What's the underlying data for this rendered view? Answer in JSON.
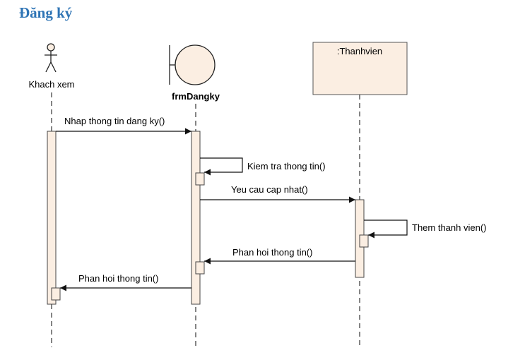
{
  "heading": "Đăng ký",
  "participants": {
    "actor": "Khach xem",
    "boundary": "frmDangky",
    "entity": ":Thanhvien"
  },
  "messages": {
    "m1": "Nhap thong tin dang ky()",
    "m2": "Kiem tra thong tin()",
    "m3": "Yeu cau cap nhat()",
    "m4": "Them thanh vien()",
    "m5": "Phan hoi thong tin()",
    "m6": "Phan hoi thong tin()"
  },
  "colors": {
    "heading": "#2e74b5",
    "fill": "#fbeee2",
    "line": "#333333"
  }
}
